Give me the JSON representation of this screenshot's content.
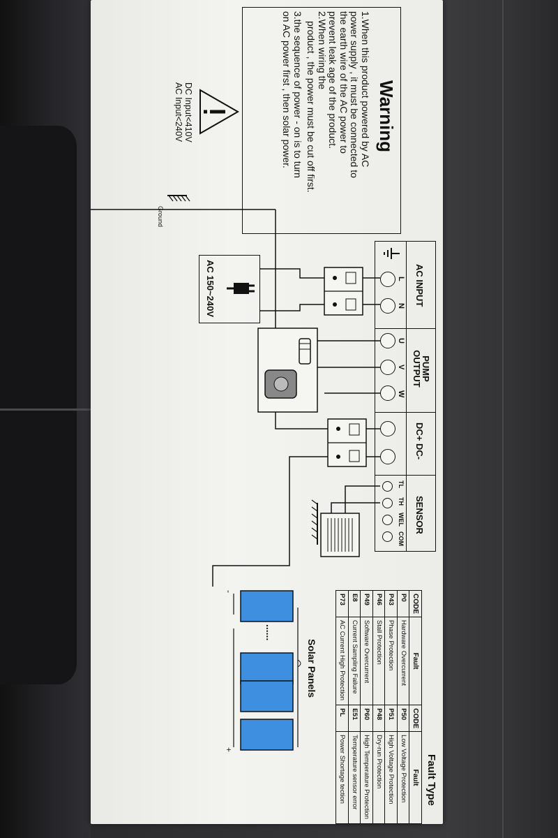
{
  "warning": {
    "title": "Warning",
    "lines": [
      "1.When this product powered by AC",
      "power supply , it must be connected to",
      "the earth wire of the AC power to",
      "prevent leak age of the product.",
      "2.When wiring the",
      "product , the power must be cut off first.",
      "3.the sequence of power - on is to turn",
      "on AC power first , then solar power."
    ]
  },
  "caution_icon": "warning-triangle-icon",
  "dc_input": "DC Input<410V",
  "ac_input_limit": "AC Input<240V",
  "ground_label": "Ground",
  "ac_source_label": "AC 150~240V",
  "terminals": {
    "ac_input": {
      "header": "AC INPUT",
      "labels": [
        "L",
        "N"
      ]
    },
    "pump_output": {
      "header": "PUMP OUTPUT",
      "labels": [
        "U",
        "V",
        "W"
      ]
    },
    "dc": {
      "header": "DC+ DC-"
    },
    "sensor": {
      "header": "SENSOR",
      "labels": [
        "TL",
        "TH",
        "WEL",
        "COM"
      ]
    }
  },
  "solar": {
    "title": "Solar Panels",
    "dots": "......",
    "plus": "+",
    "minus": "-"
  },
  "fault_type": {
    "title": "Fault Type",
    "col_code": "CODE",
    "col_fault": "Fault",
    "rows": [
      {
        "c1": "P0",
        "f1": "Hardware Overcurrent",
        "c2": "P50",
        "f2": "Low Voltage Protection"
      },
      {
        "c1": "P43",
        "f1": "Phase Protection",
        "c2": "P51",
        "f2": "High Voltage Protection"
      },
      {
        "c1": "P46",
        "f1": "Stall Protection",
        "c2": "P48",
        "f2": "Dry-run Protection"
      },
      {
        "c1": "P49",
        "f1": "Software Overcurrent",
        "c2": "P60",
        "f2": "High Temperature Protection"
      },
      {
        "c1": "E8",
        "f1": "Current Sampling Failure",
        "c2": "E51",
        "f2": "Temperature sensor error"
      },
      {
        "c1": "P73",
        "f1": "AC Current High Protection",
        "c2": "PL",
        "f2": "Power Shortage     tection"
      }
    ]
  },
  "colors": {
    "label_bg": "#f0f0ec",
    "ink": "#111111",
    "panel_blue": "#3f8fe0",
    "frame": "#2e2e31"
  }
}
